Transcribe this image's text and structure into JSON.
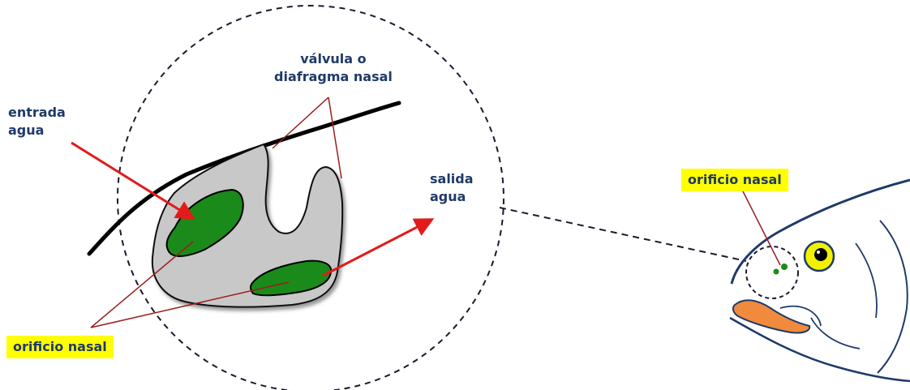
{
  "labels": {
    "entrada_line1": "entrada",
    "entrada_line2": "agua",
    "valvula_line1": "válvula o",
    "valvula_line2": "diafragma nasal",
    "salida_line1": "salida",
    "salida_line2": "agua",
    "orificio_bottom": "orificio nasal",
    "orificio_right": "orificio nasal"
  },
  "colors": {
    "label_text": "#1f3a68",
    "highlight": "#ffff00",
    "arrow": "#e21a1a",
    "pointer_line": "#9a1f1f",
    "nasal_chamber": "#c8c8c8",
    "nasal_opening": "#1a8a1a",
    "fish_outline": "#1f3a68",
    "fish_lip": "#f08a3c",
    "eye": "#f2f200"
  }
}
